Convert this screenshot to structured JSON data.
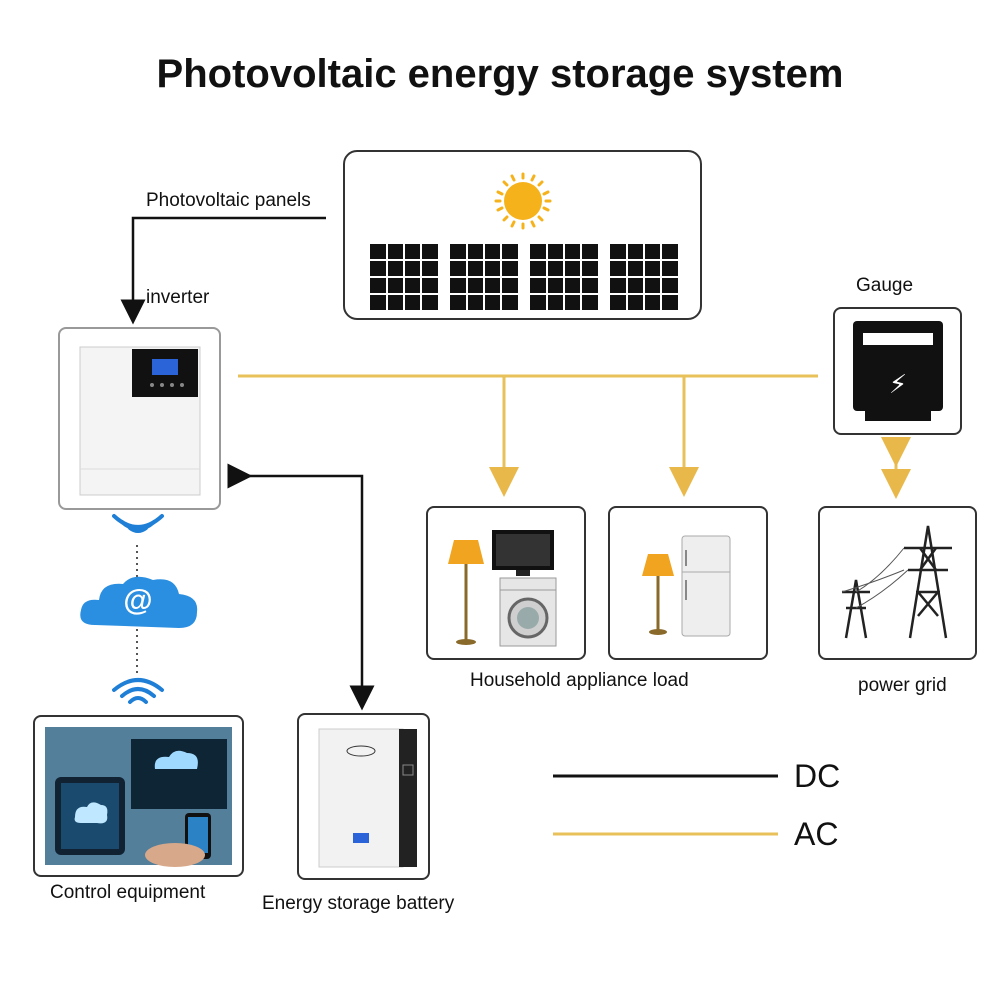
{
  "title": "Photovoltaic energy storage system",
  "labels": {
    "pv_panels": "Photovoltaic panels",
    "inverter": "inverter",
    "gauge": "Gauge",
    "household_load": "Household appliance load",
    "power_grid": "power grid",
    "control_equipment": "Control equipment",
    "battery": "Energy storage battery"
  },
  "legend": [
    {
      "label": "DC",
      "color": "#111111"
    },
    {
      "label": "AC",
      "color": "#e8c15a"
    }
  ],
  "colors": {
    "dc_line": "#111111",
    "ac_line": "#e8c15a",
    "sun": "#f6b21b",
    "cloud": "#2a8fe0",
    "wifi": "#1f7fd6"
  },
  "icons": {
    "cloud_symbol": "@",
    "meter_symbol": "⚡"
  }
}
